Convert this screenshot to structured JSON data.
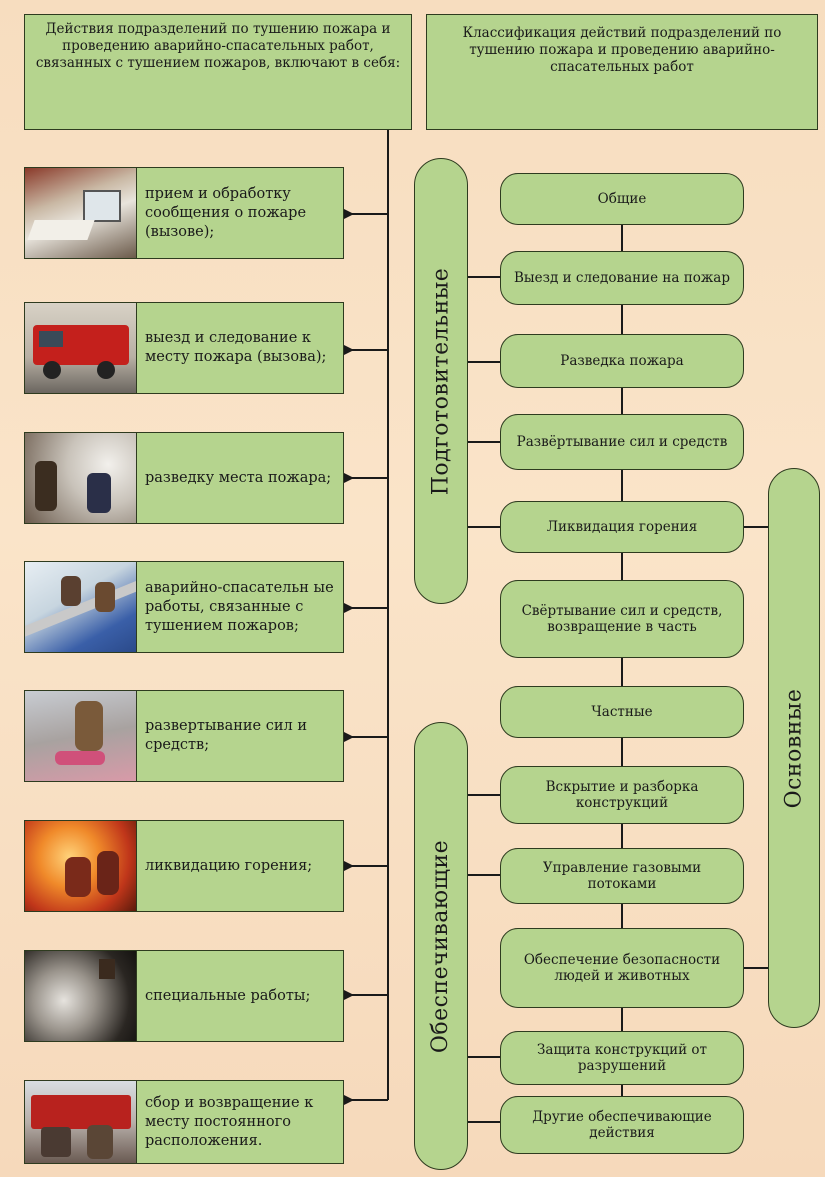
{
  "header_left": "Действия подразделений по тушению пожара и проведению аварийно-спасательных работ, связанных с тушением пожаров, включают в себя:",
  "header_right": "Классификация действий подразделений по тушению пожара и проведению аварийно- спасательных работ",
  "actions": [
    {
      "text": "прием и обработку сообщения о пожаре (вызове);",
      "photo": "office-desk-photo"
    },
    {
      "text": "выезд и следование к месту пожара (вызова);",
      "photo": "fire-truck-photo"
    },
    {
      "text": "разведку места пожара;",
      "photo": "firefighters-smoke-photo"
    },
    {
      "text": "аварийно-спасательн ые работы, связанные с тушением пожаров;",
      "photo": "ladder-rescue-photo"
    },
    {
      "text": "развертывание сил и средств;",
      "photo": "firefighter-hose-photo"
    },
    {
      "text": "ликвидацию горения;",
      "photo": "flames-photo"
    },
    {
      "text": "специальные работы;",
      "photo": "smoke-photo"
    },
    {
      "text": "сбор и возвращение к месту постоянного расположения.",
      "photo": "rescue-vehicle-photo"
    }
  ],
  "group_preparatory": "Подготовительные",
  "group_supporting": "Обеспечивающие",
  "group_main": "Основные",
  "classes": [
    "Общие",
    "Выезд и следование на пожар",
    "Разведка пожара",
    "Развёртывание сил и средств",
    "Ликвидация горения",
    "Свёртывание сил и средств, возвращение в часть",
    "Частные",
    "Вскрытие и разборка конструкций",
    "Управление газовыми потоками",
    "Обеспечение безопасности людей и животных",
    "Защита конструкций от разрушений",
    "Другие обеспечивающие действия"
  ],
  "colors": {
    "box_fill": "#b5d48e",
    "background": "#f7ddbf",
    "frame": "#26416a"
  }
}
